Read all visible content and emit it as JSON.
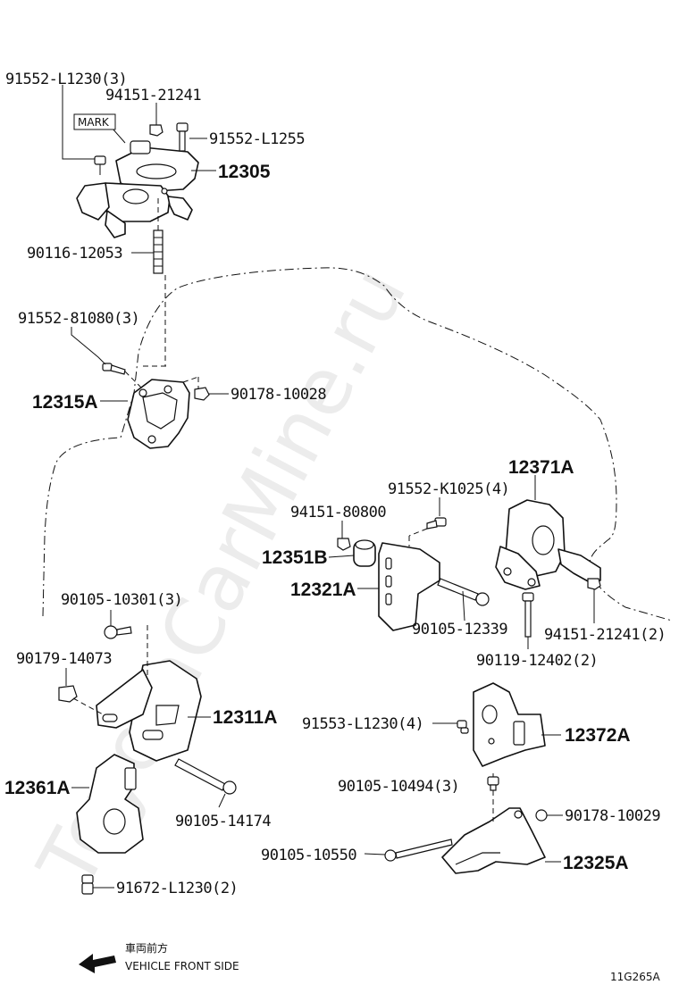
{
  "watermark": "ToyotaCarMine.ru",
  "labels": {
    "l_91552_L1230_3": "91552-L1230(3)",
    "l_94151_21241": "94151-21241",
    "l_mark": "MARK",
    "l_91552_L1255": "91552-L1255",
    "l_12305": "12305",
    "l_90116_12053": "90116-12053",
    "l_91552_81080_3": "91552-81080(3)",
    "l_12315A": "12315A",
    "l_90178_10028": "90178-10028",
    "l_12371A": "12371A",
    "l_91552_K1025_4": "91552-K1025(4)",
    "l_94151_80800": "94151-80800",
    "l_12351B": "12351B",
    "l_12321A": "12321A",
    "l_90105_12339": "90105-12339",
    "l_94151_21241_2": "94151-21241(2)",
    "l_90119_12402_2": "90119-12402(2)",
    "l_90105_10301_3": "90105-10301(3)",
    "l_90179_14073": "90179-14073",
    "l_12311A": "12311A",
    "l_91553_L1230_4": "91553-L1230(4)",
    "l_12372A": "12372A",
    "l_12361A": "12361A",
    "l_90105_14174": "90105-14174",
    "l_90105_10494_3": "90105-10494(3)",
    "l_90178_10029": "90178-10029",
    "l_90105_10550": "90105-10550",
    "l_12325A": "12325A",
    "l_91672_L1230_2": "91672-L1230(2)"
  },
  "legend": {
    "front_jp": "車両前方",
    "front_en": "VEHICLE FRONT SIDE"
  },
  "figure_code": "11G265A",
  "icons": [
    "arrow-left-icon"
  ]
}
